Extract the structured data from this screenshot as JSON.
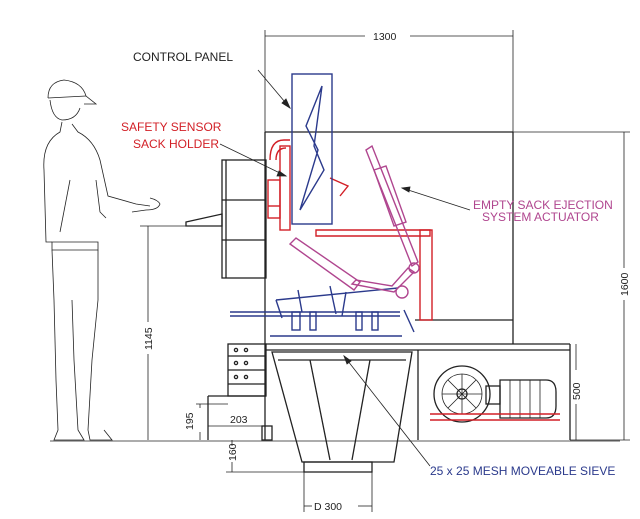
{
  "labels": {
    "control_panel": "CONTROL PANEL",
    "safety_sensor": "SAFETY SENSOR",
    "sack_holder": "SACK HOLDER",
    "ejection_line1": "EMPTY SACK EJECTION",
    "ejection_line2": "SYSTEM ACTUATOR",
    "sieve": "25 x 25 MESH MOVEABLE SIEVE"
  },
  "dimensions": {
    "width": "1300",
    "height": "1600",
    "table_height": "1145",
    "step_height": "195",
    "step_depth": "203",
    "outlet_height": "160",
    "outlet_diameter": "D 300",
    "motor_height": "500"
  },
  "colors": {
    "safety": "#d21f26",
    "actuator": "#b0468f",
    "sieve": "#2b3a8c",
    "drawing": "#222222"
  }
}
